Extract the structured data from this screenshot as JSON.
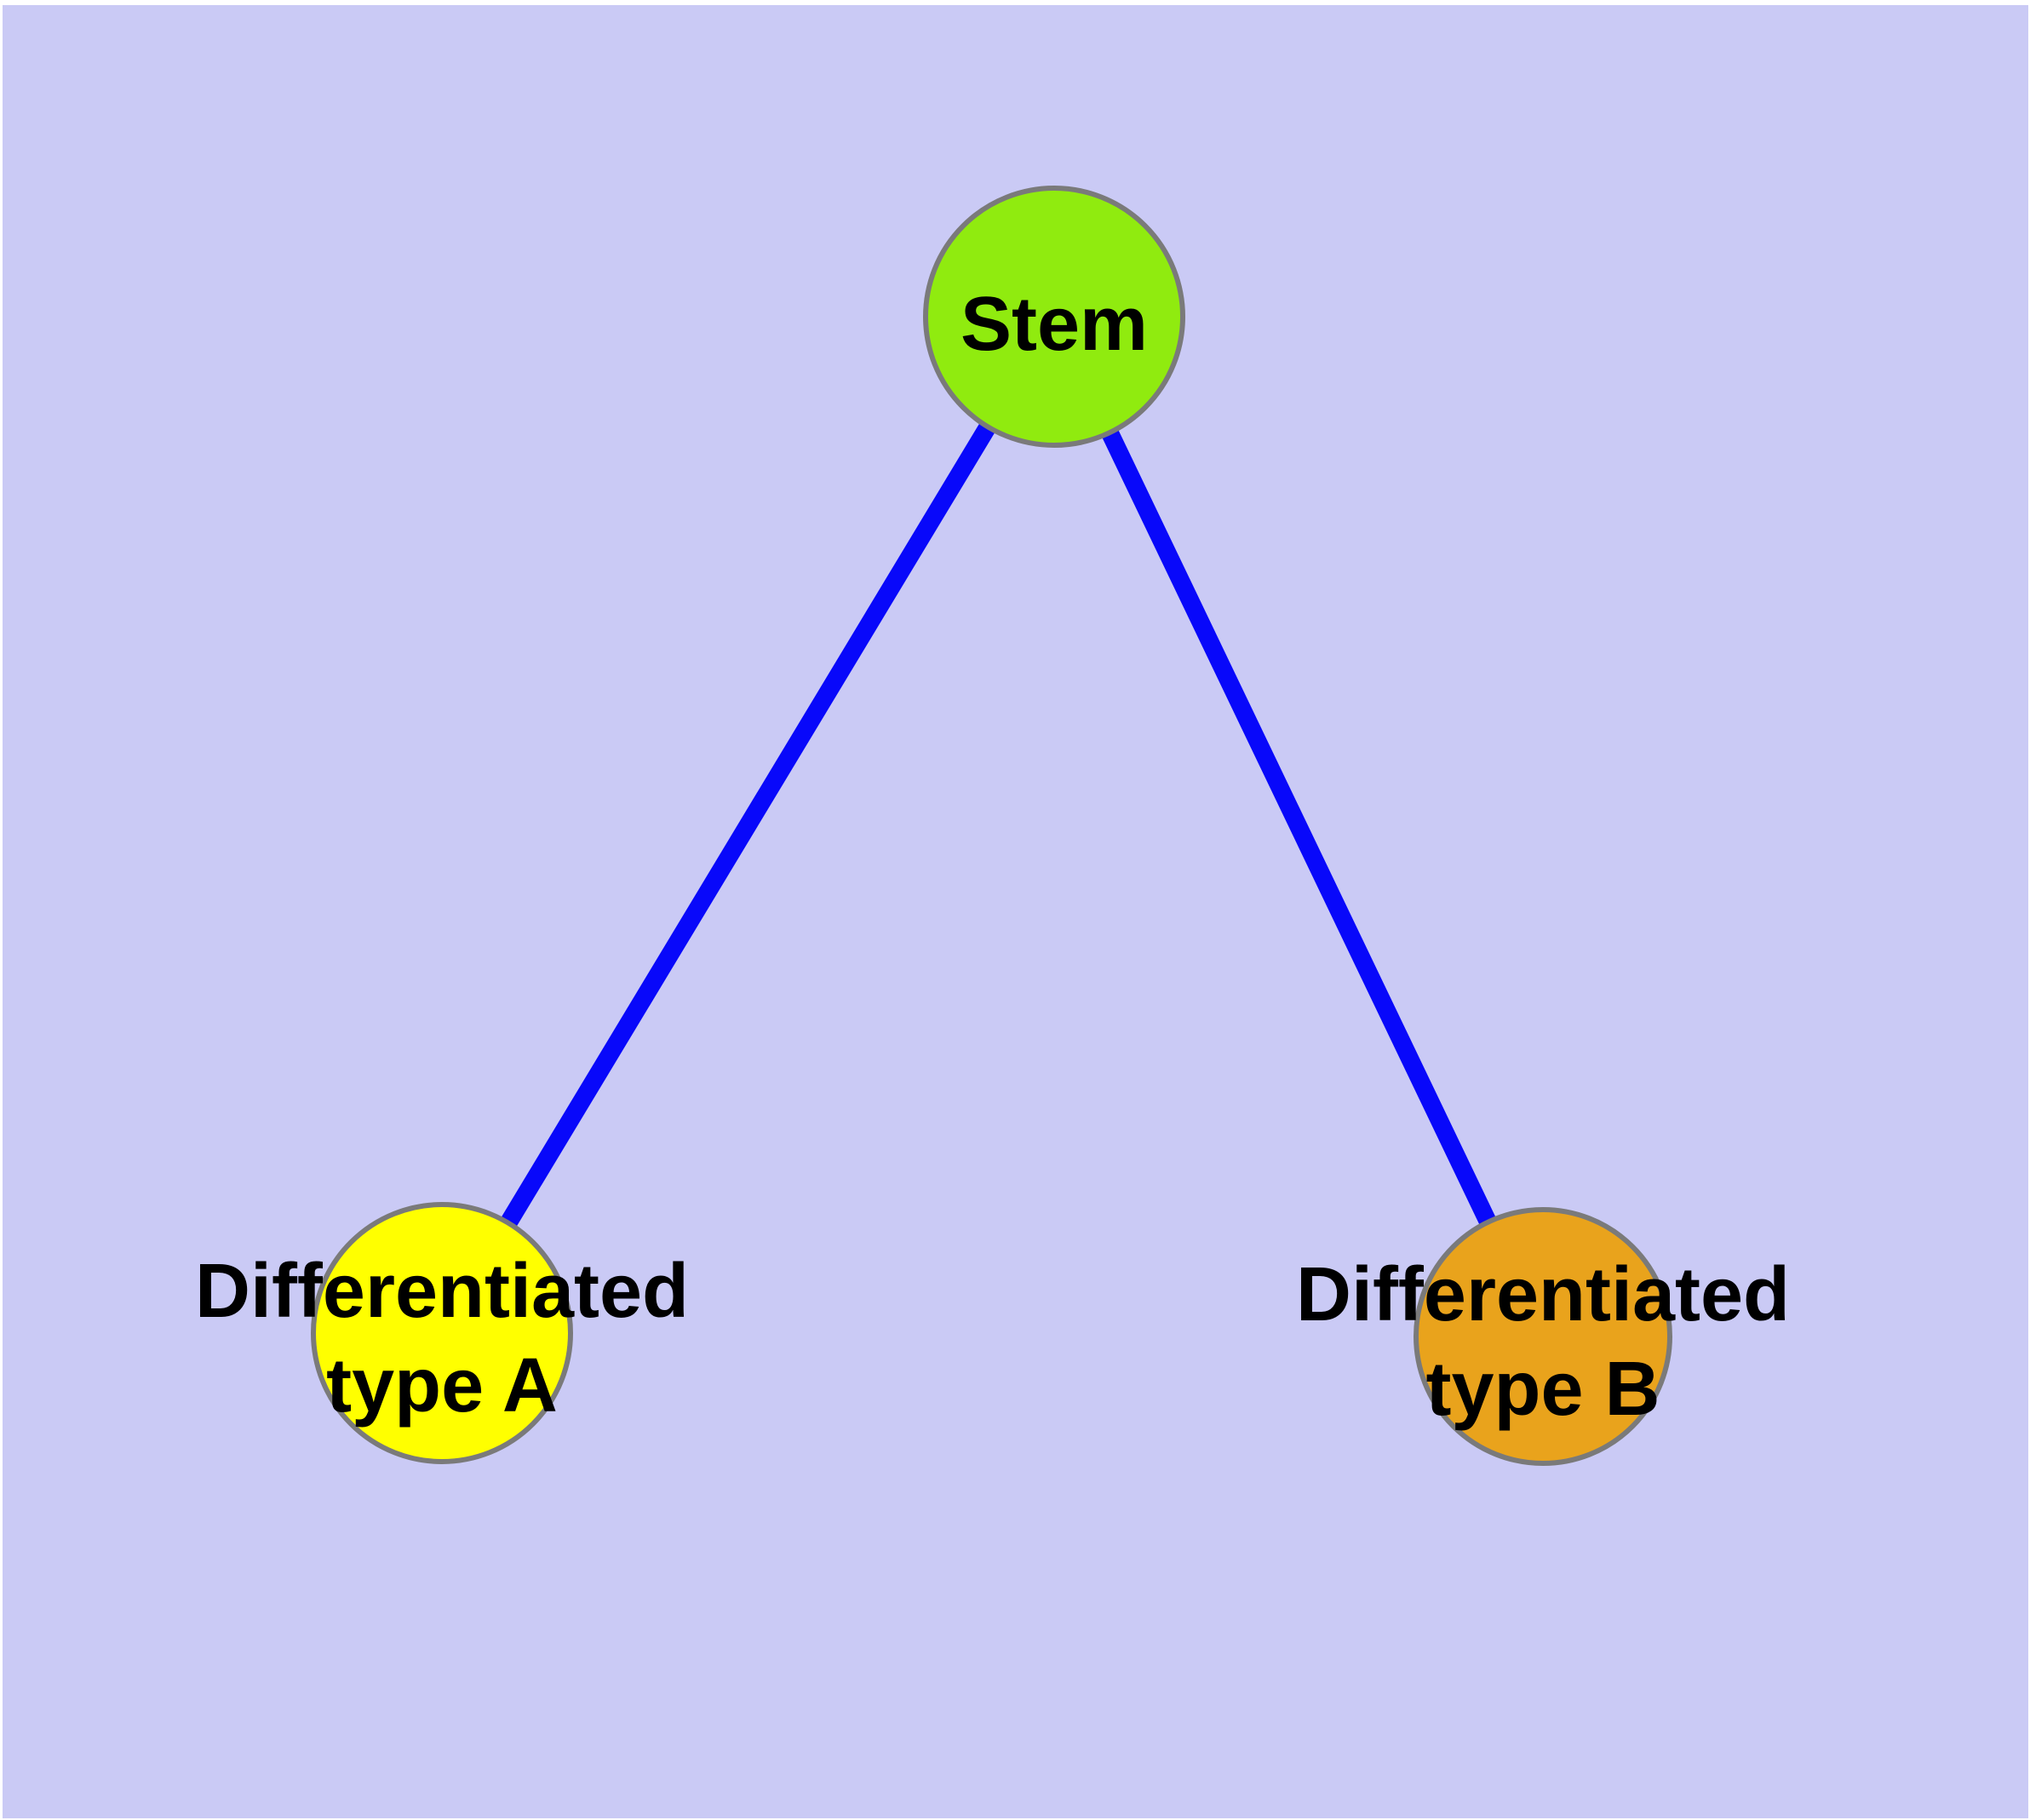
{
  "diagram": {
    "type": "graph",
    "background_color": "#CACAF5",
    "page_margin_color": "#FFFFFF",
    "edge_color": "#0808FA",
    "node_border_color": "#7A7A7A",
    "label_color": "#000000",
    "nodes": [
      {
        "id": "stem",
        "label": "Stem",
        "label_lines": [
          "Stem"
        ],
        "fill": "#90EB0F"
      },
      {
        "id": "differentiated-type-a",
        "label": "Differentiated type A",
        "label_lines": [
          "Differentiated",
          "type A"
        ],
        "fill": "#FFFF00"
      },
      {
        "id": "differentiated-type-b",
        "label": "Differentiated type B",
        "label_lines": [
          "Differentiated",
          "type B"
        ],
        "fill": "#E9A31C"
      }
    ],
    "edges": [
      {
        "source": "stem",
        "target": "differentiated-type-a"
      },
      {
        "source": "stem",
        "target": "differentiated-type-b"
      }
    ]
  }
}
